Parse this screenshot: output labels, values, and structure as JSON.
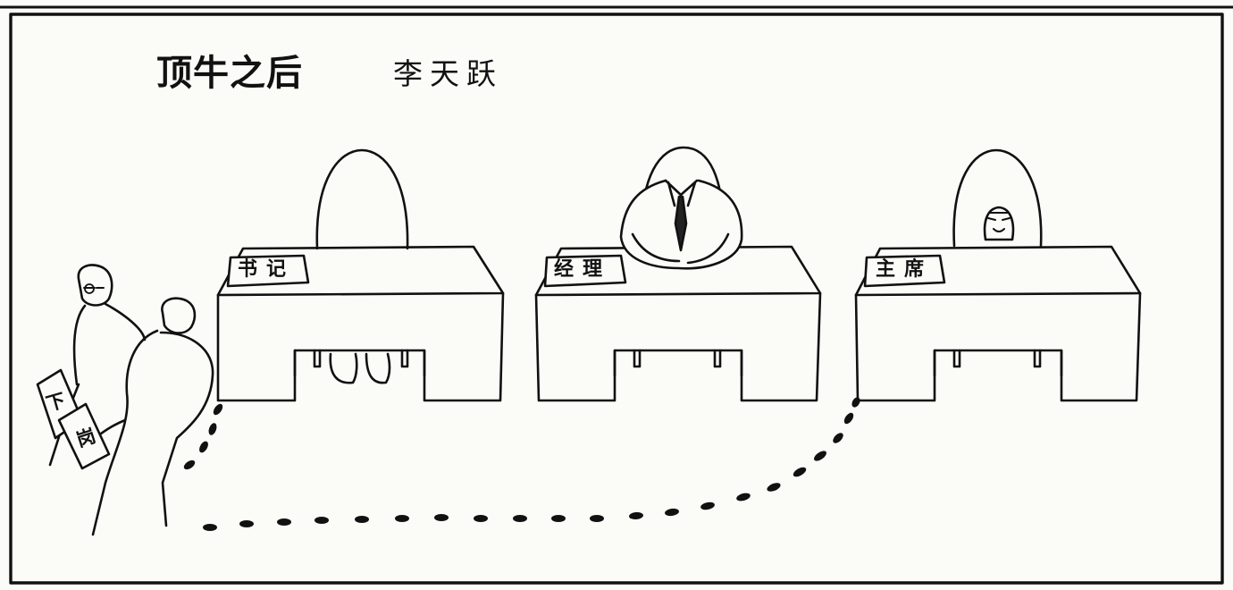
{
  "cartoon": {
    "title": "顶牛之后",
    "author": "李天跃",
    "desk_plates": [
      "书记",
      "经理",
      "主席"
    ],
    "paper_text": [
      "下",
      "岗"
    ]
  }
}
